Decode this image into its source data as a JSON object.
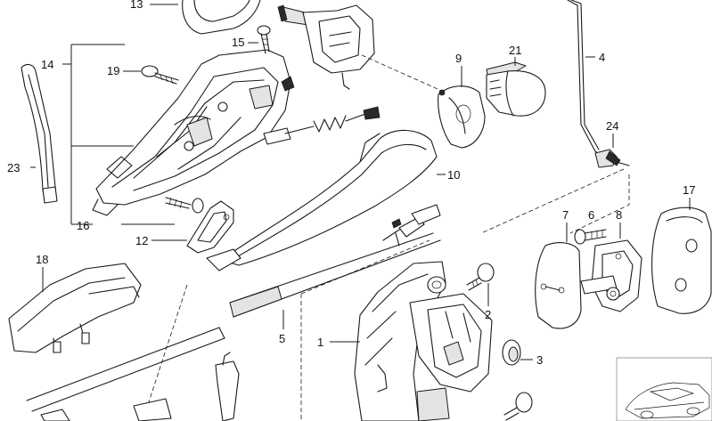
{
  "labels": {
    "p1": "1",
    "p2": "2",
    "p3": "3",
    "p4": "4",
    "p5": "5",
    "p6": "6",
    "p7": "7",
    "p8": "8",
    "p9": "9",
    "p10": "10",
    "p12": "12",
    "p13": "13",
    "p14": "14",
    "p15": "15",
    "p16": "16",
    "p17": "17",
    "p18": "18",
    "p19": "19",
    "p21": "21",
    "p23": "23",
    "p24": "24"
  }
}
